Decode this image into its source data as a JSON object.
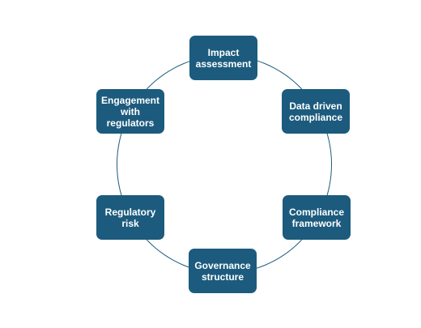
{
  "diagram": {
    "type": "cycle",
    "nodes": [
      {
        "id": "impact",
        "label": "Impact\nassessment"
      },
      {
        "id": "data",
        "label": "Data driven\ncompliance"
      },
      {
        "id": "compliance",
        "label": "Compliance\nframework"
      },
      {
        "id": "governance",
        "label": "Governance\nstructure"
      },
      {
        "id": "regulatory",
        "label": "Regulatory\nrisk"
      },
      {
        "id": "engagement",
        "label": "Engagement\nwith\nregulators"
      }
    ],
    "colors": {
      "node_fill": "#1c5b7d",
      "node_text": "#ffffff",
      "ring": "#1f5c7e",
      "background": "#ffffff"
    }
  }
}
